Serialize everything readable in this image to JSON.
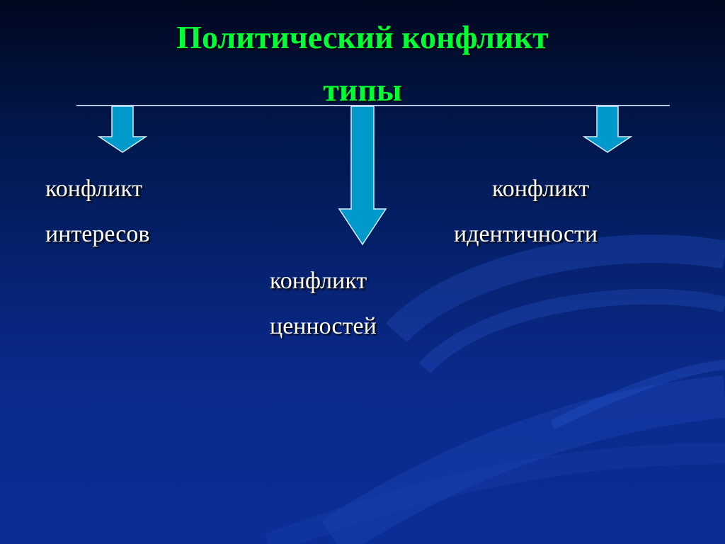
{
  "slide": {
    "title_line1": "Политический конфликт",
    "title_line2": "типы"
  },
  "branches": {
    "left": {
      "line1": "конфликт",
      "line2": "интересов"
    },
    "center": {
      "line1": "конфликт",
      "line2": "ценностей"
    },
    "right": {
      "line1": "конфликт",
      "line2": "идентичности"
    }
  },
  "colors": {
    "title": "#00ff33",
    "text": "#ffffff",
    "arrow_fill": "#0099cc",
    "arrow_stroke": "#d8eef8",
    "rule": "#b8c6e6",
    "background": "#0a2a8c"
  }
}
